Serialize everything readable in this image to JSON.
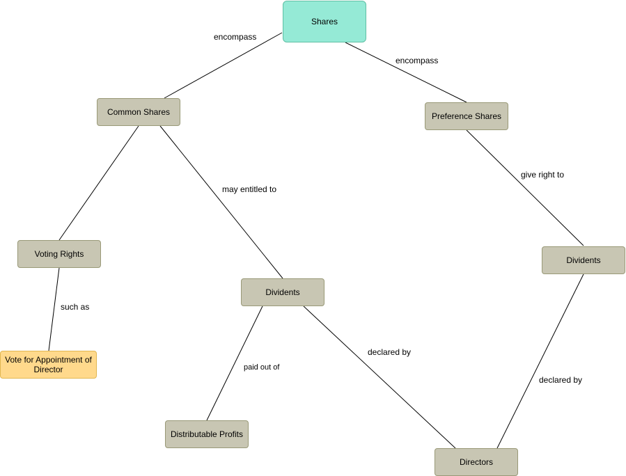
{
  "nodes": {
    "shares": "Shares",
    "common_shares": "Common Shares",
    "preference_shares": "Preference Shares",
    "voting_rights": "Voting Rights",
    "dividents_common": "Dividents",
    "dividents_preference": "Dividents",
    "vote_appointment": "Vote for Appointment of Director",
    "distributable_profits": "Distributable Profits",
    "directors": "Directors"
  },
  "edges": {
    "shares_to_common": "encompass",
    "shares_to_preference": "encompass",
    "common_to_dividents": "may entitled to",
    "preference_to_dividents": "give right to",
    "voting_to_vote": "such as",
    "dividents_to_profits": "paid out of",
    "dividents_to_directors": "declared by",
    "pref_dividents_to_directors": "declared by"
  },
  "colors": {
    "root_fill": "#95ead6",
    "node_fill": "#c8c6b3",
    "leaf_fill": "#ffd98c",
    "line": "#000000"
  }
}
